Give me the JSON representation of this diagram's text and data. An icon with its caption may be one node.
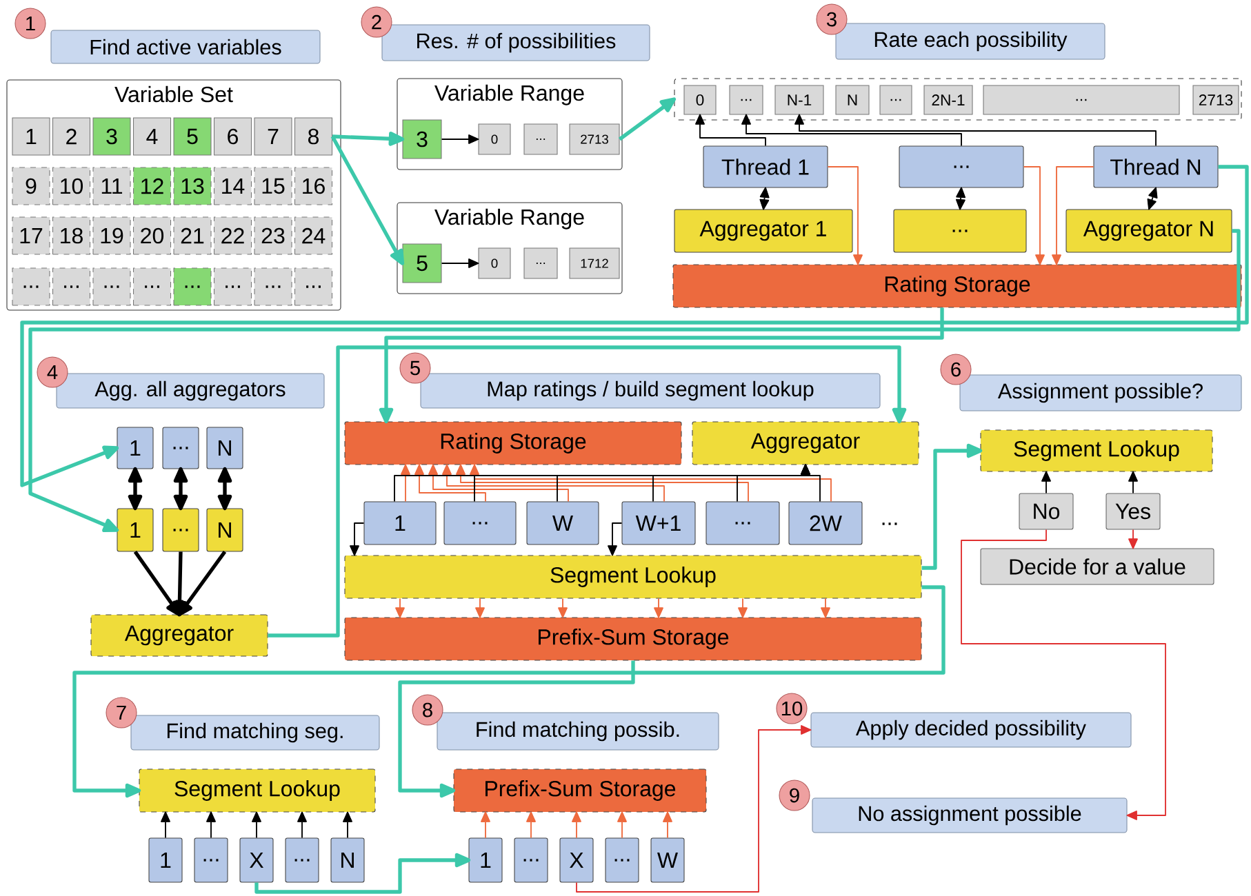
{
  "diagram": {
    "nodes": [
      {
        "text": [
          "1"
        ]
      },
      {
        "text": [
          "Find active variables"
        ]
      },
      {
        "text": [
          "2"
        ]
      },
      {
        "text": [
          "Res. # of possibilities"
        ]
      },
      {
        "text": [
          "3"
        ]
      },
      {
        "text": [
          "Rate each possibility"
        ]
      },
      {
        "text": [
          "Variable Set"
        ]
      },
      {
        "text": [
          "1"
        ],
        "in": 6
      },
      {
        "text": [
          "2"
        ],
        "in": 6
      },
      {
        "text": [
          "3"
        ],
        "in": 6
      },
      {
        "text": [
          "4"
        ],
        "in": 6
      },
      {
        "text": [
          "5"
        ],
        "in": 6
      },
      {
        "text": [
          "6"
        ],
        "in": 6
      },
      {
        "text": [
          "7"
        ],
        "in": 6
      },
      {
        "text": [
          "8"
        ],
        "in": 6
      },
      {
        "text": [
          "9"
        ],
        "in": 6
      },
      {
        "text": [
          "10"
        ],
        "in": 6
      },
      {
        "text": [
          "11"
        ],
        "in": 6
      },
      {
        "text": [
          "12"
        ],
        "in": 6
      },
      {
        "text": [
          "13"
        ],
        "in": 6
      },
      {
        "text": [
          "14"
        ],
        "in": 6
      },
      {
        "text": [
          "15"
        ],
        "in": 6
      },
      {
        "text": [
          "16"
        ],
        "in": 6
      },
      {
        "text": [
          "17"
        ],
        "in": 6
      },
      {
        "text": [
          "18"
        ],
        "in": 6
      },
      {
        "text": [
          "19"
        ],
        "in": 6
      },
      {
        "text": [
          "20"
        ],
        "in": 6
      },
      {
        "text": [
          "21"
        ],
        "in": 6
      },
      {
        "text": [
          "22"
        ],
        "in": 6
      },
      {
        "text": [
          "23"
        ],
        "in": 6
      },
      {
        "text": [
          "24"
        ],
        "in": 6
      },
      {
        "text": [
          "..."
        ],
        "in": 6
      },
      {
        "text": [
          "..."
        ],
        "in": 6
      },
      {
        "text": [
          "..."
        ],
        "in": 6
      },
      {
        "text": [
          "..."
        ],
        "in": 6
      },
      {
        "text": [
          "..."
        ],
        "in": 6
      },
      {
        "text": [
          "..."
        ],
        "in": 6
      },
      {
        "text": [
          "..."
        ],
        "in": 6
      },
      {
        "text": [
          "..."
        ],
        "in": 6
      },
      {
        "text": [
          "Variable Range"
        ]
      },
      {
        "text": [
          "3"
        ],
        "in": 39
      },
      {
        "text": [
          "0"
        ],
        "in": 39
      },
      {
        "text": [
          "..."
        ],
        "in": 39
      },
      {
        "text": [
          "2713"
        ],
        "in": 39
      },
      {
        "text": [
          "Variable Range"
        ]
      },
      {
        "text": [
          "5"
        ],
        "in": 44
      },
      {
        "text": [
          "0"
        ],
        "in": 44
      },
      {
        "text": [
          "..."
        ],
        "in": 44
      },
      {
        "text": [
          "1712"
        ],
        "in": 44
      },
      {
        "text": [],
        "shape": "box"
      },
      {
        "text": [
          "0"
        ],
        "in": 49
      },
      {
        "text": [
          "..."
        ],
        "in": 49
      },
      {
        "text": [
          "N-1"
        ],
        "in": 49
      },
      {
        "text": [
          "N"
        ],
        "in": 49
      },
      {
        "text": [
          "..."
        ],
        "in": 49
      },
      {
        "text": [
          "2N-1"
        ],
        "in": 49
      },
      {
        "text": [
          "..."
        ],
        "in": 49
      },
      {
        "text": [
          "2713"
        ],
        "in": 49
      },
      {
        "text": [
          "Thread 1"
        ]
      },
      {
        "text": [
          "..."
        ]
      },
      {
        "text": [
          "Thread N"
        ]
      },
      {
        "text": [
          "Aggregator 1"
        ]
      },
      {
        "text": [
          "..."
        ]
      },
      {
        "text": [
          "Aggregator N"
        ]
      },
      {
        "text": [
          "Rating Storage"
        ]
      },
      {
        "text": [
          "4"
        ]
      },
      {
        "text": [
          "Agg. all aggregators"
        ]
      },
      {
        "text": [
          "5"
        ]
      },
      {
        "text": [
          "Map ratings / build segment lookup"
        ]
      },
      {
        "text": [
          "6"
        ]
      },
      {
        "text": [
          "Assignment possible?"
        ]
      },
      {
        "text": [
          "1"
        ]
      },
      {
        "text": [
          "..."
        ]
      },
      {
        "text": [
          "N"
        ]
      },
      {
        "text": [
          "1"
        ]
      },
      {
        "text": [
          "..."
        ]
      },
      {
        "text": [
          "N"
        ]
      },
      {
        "text": [
          "Aggregator"
        ]
      },
      {
        "text": [
          "Rating Storage"
        ]
      },
      {
        "text": [
          "Aggregator"
        ]
      },
      {
        "text": [
          "1"
        ]
      },
      {
        "text": [
          "..."
        ]
      },
      {
        "text": [
          "W"
        ]
      },
      {
        "text": [
          "W+1"
        ]
      },
      {
        "text": [
          "..."
        ]
      },
      {
        "text": [
          "2W"
        ]
      },
      {
        "text": [
          "Segment Lookup"
        ]
      },
      {
        "text": [
          "Prefix-Sum Storage"
        ]
      },
      {
        "text": [
          "Segment Lookup"
        ]
      },
      {
        "text": [
          "No"
        ]
      },
      {
        "text": [
          "Yes"
        ]
      },
      {
        "text": [
          "Decide for a value"
        ]
      },
      {
        "text": [
          "7"
        ]
      },
      {
        "text": [
          "Find matching seg."
        ]
      },
      {
        "text": [
          "8"
        ]
      },
      {
        "text": [
          "Find matching possib."
        ]
      },
      {
        "text": [
          "10"
        ]
      },
      {
        "text": [
          "Apply decided possibility"
        ]
      },
      {
        "text": [
          "9"
        ]
      },
      {
        "text": [
          "No assignment possible"
        ]
      },
      {
        "text": [
          "Segment Lookup"
        ]
      },
      {
        "text": [
          "1"
        ]
      },
      {
        "text": [
          "..."
        ]
      },
      {
        "text": [
          "X"
        ]
      },
      {
        "text": [
          "..."
        ]
      },
      {
        "text": [
          "N"
        ]
      },
      {
        "text": [
          "Prefix-Sum Storage"
        ]
      },
      {
        "text": [
          "1"
        ]
      },
      {
        "text": [
          "..."
        ]
      },
      {
        "text": [
          "X"
        ]
      },
      {
        "text": [
          "..."
        ]
      },
      {
        "text": [
          "W"
        ]
      }
    ],
    "edges": [
      {
        "from": 14,
        "to": 40,
        "arrow": "to",
        "style": "thick",
        "color": "#3cc8aa"
      },
      {
        "from": 14,
        "to": 45,
        "arrow": "to",
        "style": "thick",
        "color": "#3cc8aa"
      },
      {
        "from": 43,
        "to": 49,
        "arrow": "to",
        "style": "thick",
        "color": "#3cc8aa"
      },
      {
        "from": 40,
        "to": 41,
        "arrow": "to"
      },
      {
        "from": 45,
        "to": 46,
        "arrow": "to"
      },
      {
        "from": 58,
        "to": 50,
        "arrow": "to"
      },
      {
        "from": 59,
        "to": 51,
        "arrow": "to"
      },
      {
        "from": 60,
        "to": 52,
        "arrow": "to"
      },
      {
        "from": 58,
        "to": 61,
        "arrow": "both"
      },
      {
        "from": 59,
        "to": 62,
        "arrow": "both"
      },
      {
        "from": 60,
        "to": 63,
        "arrow": "both"
      },
      {
        "from": 58,
        "to": 64,
        "arrow": "to",
        "color": "#ee6a3e"
      },
      {
        "from": 59,
        "to": 64,
        "arrow": "to",
        "color": "#ee6a3e"
      },
      {
        "from": 60,
        "to": 64,
        "arrow": "to",
        "color": "#ee6a3e"
      },
      {
        "from": 60,
        "to": 71,
        "arrow": "to",
        "style": "thick",
        "color": "#3cc8aa"
      },
      {
        "from": 63,
        "to": 74,
        "arrow": "to",
        "style": "thick",
        "color": "#3cc8aa"
      },
      {
        "from": 64,
        "to": 78,
        "arrow": "to",
        "style": "thick",
        "color": "#3cc8aa"
      },
      {
        "from": 71,
        "to": 74,
        "arrow": "both",
        "style": "thick"
      },
      {
        "from": 72,
        "to": 75,
        "arrow": "both",
        "style": "thick"
      },
      {
        "from": 73,
        "to": 76,
        "arrow": "both",
        "style": "thick"
      },
      {
        "from": 74,
        "to": 77,
        "arrow": "to",
        "style": "thick"
      },
      {
        "from": 75,
        "to": 77,
        "arrow": "to",
        "style": "thick"
      },
      {
        "from": 76,
        "to": 77,
        "arrow": "to",
        "style": "thick"
      },
      {
        "from": 77,
        "to": 79,
        "arrow": "to",
        "style": "thick",
        "color": "#3cc8aa"
      },
      {
        "from": 80,
        "to": 78,
        "arrow": "to",
        "color": "#ee6a3e"
      },
      {
        "from": 81,
        "to": 78,
        "arrow": "to",
        "color": "#ee6a3e"
      },
      {
        "from": 82,
        "to": 78,
        "arrow": "to",
        "color": "#ee6a3e"
      },
      {
        "from": 83,
        "to": 78,
        "arrow": "to",
        "color": "#ee6a3e"
      },
      {
        "from": 84,
        "to": 78,
        "arrow": "to",
        "color": "#ee6a3e"
      },
      {
        "from": 85,
        "to": 78,
        "arrow": "to",
        "color": "#ee6a3e"
      },
      {
        "from": 80,
        "to": 79,
        "arrow": "to"
      },
      {
        "from": 81,
        "to": 79,
        "arrow": "to"
      },
      {
        "from": 82,
        "to": 79,
        "arrow": "to"
      },
      {
        "from": 83,
        "to": 79,
        "arrow": "to"
      },
      {
        "from": 84,
        "to": 79,
        "arrow": "to"
      },
      {
        "from": 85,
        "to": 79,
        "arrow": "to"
      },
      {
        "from": 80,
        "to": 86,
        "arrow": "to"
      },
      {
        "from": 83,
        "to": 86,
        "arrow": "to"
      },
      {
        "from": 86,
        "to": 87,
        "arrow": "to",
        "color": "#ee6a3e"
      },
      {
        "from": 86,
        "to": 87,
        "arrow": "to",
        "color": "#ee6a3e"
      },
      {
        "from": 86,
        "to": 87,
        "arrow": "to",
        "color": "#ee6a3e"
      },
      {
        "from": 86,
        "to": 87,
        "arrow": "to",
        "color": "#ee6a3e"
      },
      {
        "from": 86,
        "to": 87,
        "arrow": "to",
        "color": "#ee6a3e"
      },
      {
        "from": 86,
        "to": 87,
        "arrow": "to",
        "color": "#ee6a3e"
      },
      {
        "from": 86,
        "to": 88,
        "arrow": "to",
        "style": "thick",
        "color": "#3cc8aa"
      },
      {
        "from": 86,
        "to": 100,
        "arrow": "to",
        "style": "thick",
        "color": "#3cc8aa"
      },
      {
        "from": 87,
        "to": 106,
        "arrow": "to",
        "style": "thick",
        "color": "#3cc8aa"
      },
      {
        "from": 89,
        "to": 88,
        "arrow": "to"
      },
      {
        "from": 90,
        "to": 88,
        "arrow": "to"
      },
      {
        "from": 90,
        "to": 91,
        "arrow": "to",
        "color": "#e03030"
      },
      {
        "from": 89,
        "to": 99,
        "arrow": "to",
        "color": "#e03030"
      },
      {
        "from": 101,
        "to": 100,
        "arrow": "to"
      },
      {
        "from": 102,
        "to": 100,
        "arrow": "to"
      },
      {
        "from": 103,
        "to": 100,
        "arrow": "to"
      },
      {
        "from": 104,
        "to": 100,
        "arrow": "to"
      },
      {
        "from": 105,
        "to": 100,
        "arrow": "to"
      },
      {
        "from": 107,
        "to": 106,
        "arrow": "to",
        "color": "#ee6a3e"
      },
      {
        "from": 108,
        "to": 106,
        "arrow": "to",
        "color": "#ee6a3e"
      },
      {
        "from": 109,
        "to": 106,
        "arrow": "to",
        "color": "#ee6a3e"
      },
      {
        "from": 110,
        "to": 106,
        "arrow": "to",
        "color": "#ee6a3e"
      },
      {
        "from": 111,
        "to": 106,
        "arrow": "to",
        "color": "#ee6a3e"
      },
      {
        "from": 103,
        "to": 107,
        "arrow": "to",
        "style": "thick",
        "color": "#3cc8aa"
      },
      {
        "from": 109,
        "to": 97,
        "arrow": "to",
        "color": "#e03030"
      }
    ],
    "labels": [
      "..."
    ]
  }
}
